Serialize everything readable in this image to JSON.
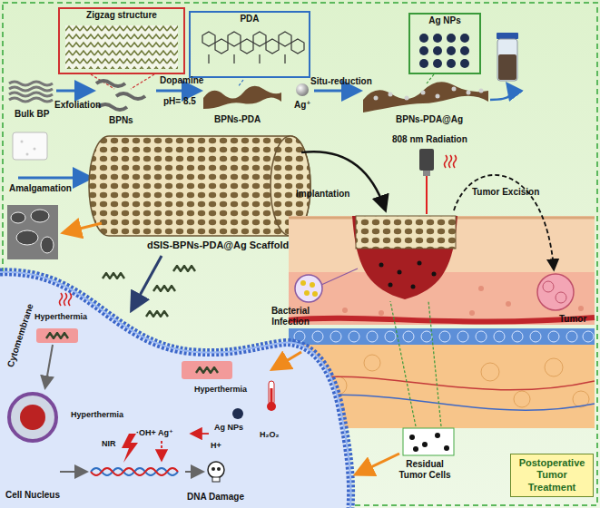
{
  "diagram": {
    "nodes": [
      {
        "text": [
          "Zigzag structure"
        ]
      },
      {
        "text": [
          "PDA"
        ]
      },
      {
        "text": [
          "Ag NPs"
        ]
      },
      {
        "text": [
          "Postoperative Tumor Treatment"
        ]
      }
    ],
    "labels": [
      "Bulk BP",
      "Exfoliation",
      "BPNs",
      "Dopamine",
      "pH= 8.5",
      "BPNs-PDA",
      "Ag⁺",
      "Situ-reduction",
      "BPNs-PDA@Ag",
      "Amalgamation",
      "dSIS-BPNs-PDA@Ag Scaffold",
      "808 nm Radiation",
      "Implantation",
      "Tumor Excision",
      "Tumor",
      "Bacterial Infection",
      "Residual Tumor Cells",
      "Cytomembrane",
      "Hyperthermia",
      "Hyperthermia",
      "Hyperthermia",
      "NIR",
      "·OH+ Ag⁺",
      "Ag NPs",
      "H+",
      "H₂O₂",
      "Cell Nucleus",
      "DNA Damage"
    ]
  }
}
